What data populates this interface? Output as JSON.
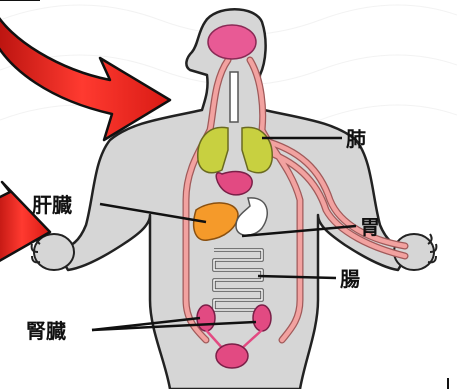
{
  "labels": {
    "lung": "肺",
    "liver": "肝臓",
    "stomach": "胃",
    "intestine": "腸",
    "kidney": "腎臓"
  },
  "colors": {
    "vessel": "#f2a2a0",
    "vessel_outline": "#a05a5a",
    "brain": "#e85a95",
    "lung": "#c8d040",
    "liver": "#f59a2a",
    "heart": "#e24a82",
    "kidney": "#e24a82",
    "bladder": "#e24a82",
    "body": "#d6d6d6",
    "arrow": "#e3231b"
  }
}
